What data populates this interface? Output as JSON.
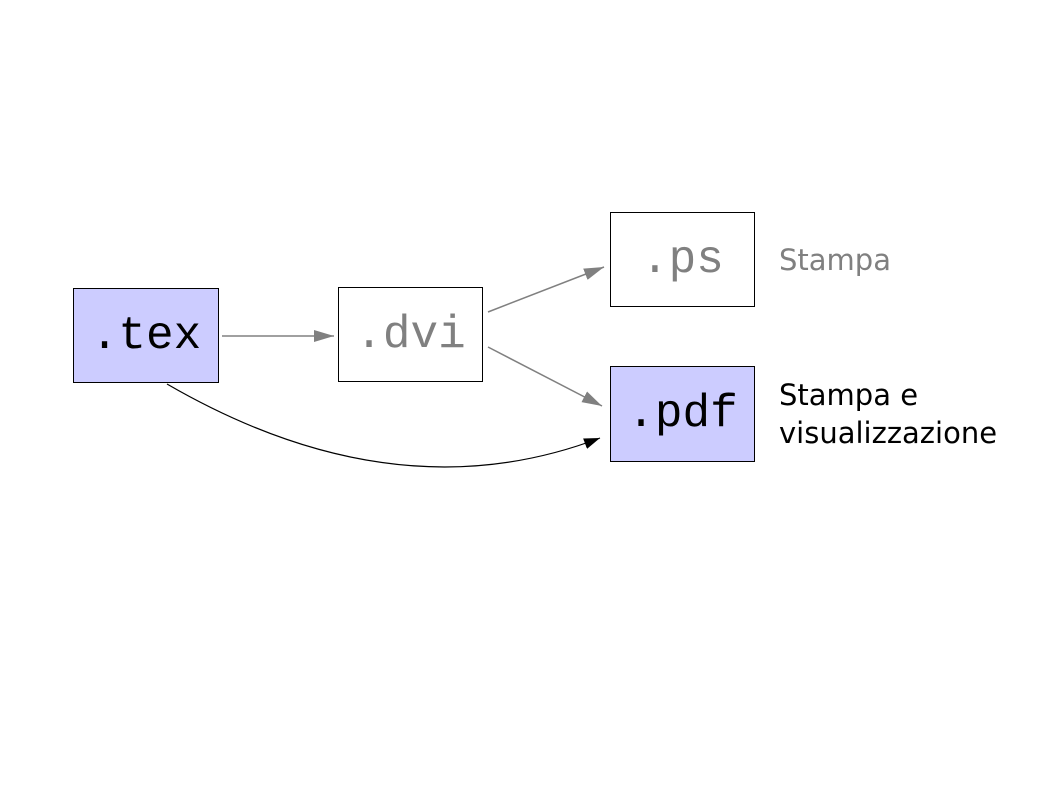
{
  "colors": {
    "lavender": "#ccccff",
    "gray": "#808080",
    "black": "#000000",
    "white": "#ffffff"
  },
  "diagram": {
    "nodes": [
      {
        "id": "tex",
        "label": ".tex",
        "fill": "#ccccff",
        "text_color": "#000000"
      },
      {
        "id": "dvi",
        "label": ".dvi",
        "fill": "#ffffff",
        "text_color": "#808080"
      },
      {
        "id": "ps",
        "label": ".ps",
        "fill": "#ffffff",
        "text_color": "#808080"
      },
      {
        "id": "pdf",
        "label": ".pdf",
        "fill": "#ccccff",
        "text_color": "#000000"
      }
    ],
    "edges": [
      {
        "from": "tex",
        "to": "dvi",
        "color": "#808080",
        "style": "straight"
      },
      {
        "from": "dvi",
        "to": "ps",
        "color": "#808080",
        "style": "straight"
      },
      {
        "from": "dvi",
        "to": "pdf",
        "color": "#808080",
        "style": "straight"
      },
      {
        "from": "tex",
        "to": "pdf",
        "color": "#000000",
        "style": "curved"
      }
    ],
    "annotations": {
      "ps": {
        "text": "Stampa",
        "color": "#808080"
      },
      "pdf": {
        "line1": "Stampa e",
        "line2": "visualizzazione",
        "color": "#000000"
      }
    }
  }
}
